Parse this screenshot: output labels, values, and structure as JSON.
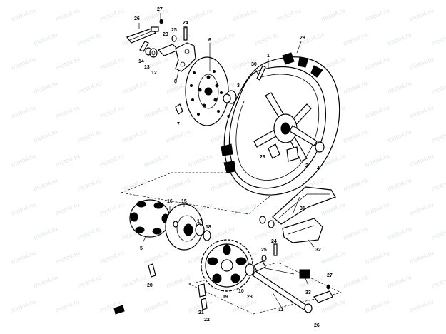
{
  "watermark": "moto4.ru",
  "callouts": [
    "1",
    "2",
    "3",
    "4",
    "5",
    "6",
    "7",
    "8",
    "9",
    "10",
    "11",
    "12",
    "13",
    "14",
    "15",
    "16",
    "17",
    "18",
    "19",
    "20",
    "21",
    "22",
    "23",
    "24",
    "25",
    "26",
    "27",
    "28",
    "29",
    "30",
    "31",
    "32",
    "33"
  ],
  "colors": {
    "line": "#000000",
    "paper": "#ffffff",
    "watermark": "#c9d3de"
  }
}
